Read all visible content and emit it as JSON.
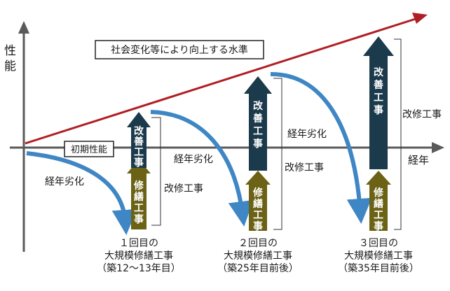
{
  "axes": {
    "y_label": [
      "性",
      "能"
    ],
    "x_label": "経年"
  },
  "rising_line_label": "社会変化等により向上する水準",
  "initial_label": "初期性能",
  "deterioration_label": "経年劣化",
  "remodel_label": "改修工事",
  "improvement_label": [
    "改",
    "善",
    "工",
    "事"
  ],
  "repair_label": [
    "修",
    "繕",
    "工",
    "事"
  ],
  "stages": [
    {
      "caption": [
        "１回目の",
        "大規模修繕工事",
        "（築12～13年目）"
      ]
    },
    {
      "caption": [
        "２回目の",
        "大規模修繕工事",
        "（築25年目前後）"
      ]
    },
    {
      "caption": [
        "３回目の",
        "大規模修繕工事",
        "（築35年目前後）"
      ]
    }
  ],
  "colors": {
    "axis": "#5a5a5a",
    "rising_line": "#b01e23",
    "curve": "#3f86c4",
    "improvement": "#1b3a4b",
    "repair": "#6b6216"
  }
}
